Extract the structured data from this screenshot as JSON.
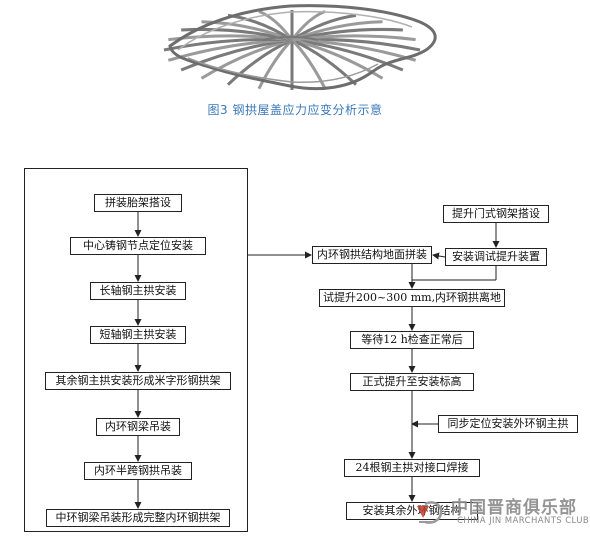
{
  "figure": {
    "caption": "图3   钢拱屋盖应力应变分析示意"
  },
  "flowchart": {
    "left_steps": [
      "拼装胎架搭设",
      "中心铸钢节点定位安装",
      "长轴钢主拱安装",
      "短轴钢主拱安装",
      "其余钢主拱安装形成米字形钢拱架",
      "内环钢梁吊装",
      "内环半跨钢拱吊装",
      "中环钢梁吊装形成完整内环钢拱架"
    ],
    "right_top": [
      "提升门式钢架搭设",
      "安装调试提升装置"
    ],
    "right_steps": [
      "内环钢拱结构地面拼装",
      "试提升200~300 mm,内环钢拱离地",
      "等待12 h检查正常后",
      "正式提升至安装标高",
      "24根钢主拱对接口焊接",
      "安装其余外环钢结构"
    ],
    "side_note": "同步定位安装外环钢主拱"
  },
  "watermark": {
    "name_cn": "中国晋商俱乐部",
    "name_en": "CHINA JIN MARCHANTS CLUB"
  },
  "colors": {
    "caption": "#3a78b8",
    "line": "#222222",
    "watermark": "#8a8a8a",
    "watermark_red": "#c0392b"
  }
}
